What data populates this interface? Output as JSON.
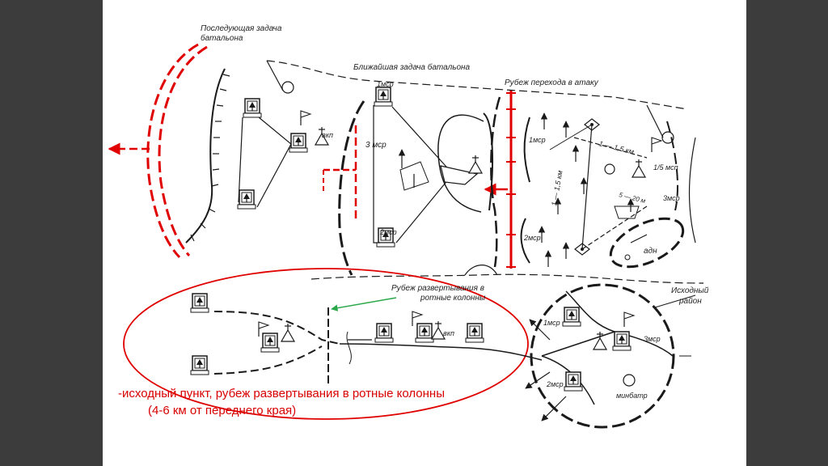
{
  "colors": {
    "background": "#3b3b3b",
    "sheet": "#ffffff",
    "ink": "#1a1a1a",
    "highlight": "#e00000",
    "pointer": "#2aa84a"
  },
  "labels": {
    "subsequent_task": [
      "Последующая задача",
      "батальона"
    ],
    "nearest_task": "Ближайшая задача батальона",
    "attack_line": "Рубеж перехода в атаку",
    "deployment_line": [
      "Рубеж развертывания в",
      "ротные колонны"
    ],
    "initial_area": [
      "Исходный",
      "район"
    ],
    "range_1": "1 — 1,5 км",
    "range_2": "1 — 1,5 км",
    "range_3": "5 — 20 м",
    "unit_3msr_a": "3 мср",
    "unit_1msr_a": "1мср",
    "unit_2msr_a": "2мср",
    "unit_3msr_b": "3мср",
    "unit_15msp": "1/5 мсп",
    "unit_adn": "адн",
    "vkp_a": "вкп",
    "vkp_b": "вкп",
    "unit_1msr_b": "1мср",
    "unit_2msr_b": "2мср",
    "unit_3msr_c": "3мср",
    "minbatr": "минбатр",
    "top_1msr": "1мср",
    "low_2msr": "2мср"
  },
  "caption": {
    "line1": "-исходный пункт, рубеж развертывания в ротные колонны",
    "line2": "(4-6 км от переднего края)"
  },
  "icons": [
    "command-post-icon",
    "tank-flag-icon",
    "artillery-icon",
    "mortar-icon",
    "observation-post-icon"
  ]
}
